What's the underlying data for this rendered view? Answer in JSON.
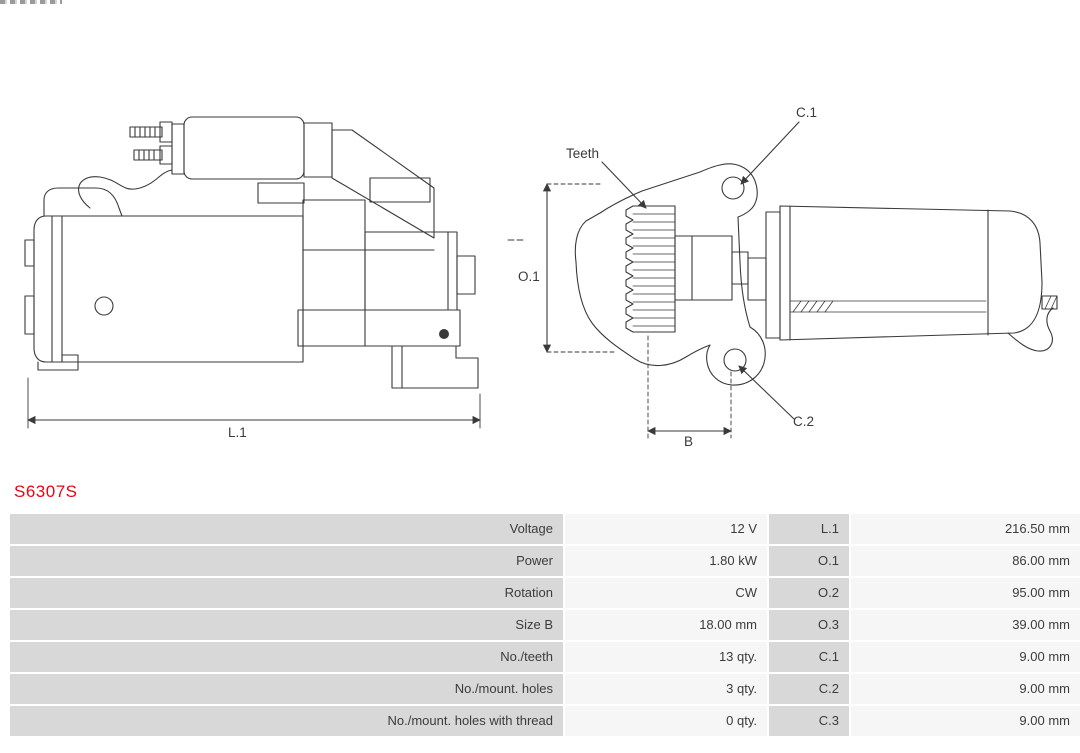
{
  "part_number": "S6307S",
  "colors": {
    "part_number_red": "#e30613",
    "table_label_bg": "#d8d8d8",
    "table_value_bg": "#f6f6f6",
    "drawing_line": "#3a3a3a"
  },
  "drawing": {
    "labels": {
      "l1": "L.1",
      "o1": "O.1",
      "b": "B",
      "c1": "C.1",
      "c2": "C.2",
      "teeth": "Teeth"
    }
  },
  "specs": {
    "rows": [
      {
        "label": "Voltage",
        "value": "12 V",
        "dim": "L.1",
        "dim_value": "216.50 mm"
      },
      {
        "label": "Power",
        "value": "1.80 kW",
        "dim": "O.1",
        "dim_value": "86.00 mm"
      },
      {
        "label": "Rotation",
        "value": "CW",
        "dim": "O.2",
        "dim_value": "95.00 mm"
      },
      {
        "label": "Size B",
        "value": "18.00 mm",
        "dim": "O.3",
        "dim_value": "39.00 mm"
      },
      {
        "label": "No./teeth",
        "value": "13 qty.",
        "dim": "C.1",
        "dim_value": "9.00 mm"
      },
      {
        "label": "No./mount. holes",
        "value": "3 qty.",
        "dim": "C.2",
        "dim_value": "9.00 mm"
      },
      {
        "label": "No./mount. holes with thread",
        "value": "0 qty.",
        "dim": "C.3",
        "dim_value": "9.00 mm"
      }
    ]
  }
}
